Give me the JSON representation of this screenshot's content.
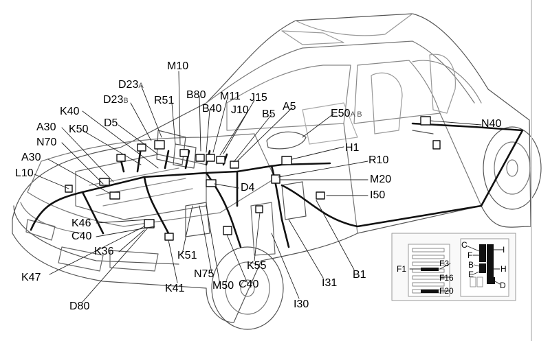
{
  "labels": {
    "M10": "M10",
    "D23A": "D23",
    "D23A_sub": "A",
    "D23B": "D23",
    "D23B_sub": "B",
    "B80": "B80",
    "R51": "R51",
    "M11": "M11",
    "B40": "B40",
    "J15": "J15",
    "J10": "J10",
    "A5": "A5",
    "B5": "B5",
    "K40": "K40",
    "E50": "E50",
    "E50_sub": "A B",
    "D5": "D5",
    "A30a": "A30",
    "K50": "K50",
    "N40": "N40",
    "N70": "N70",
    "H1": "H1",
    "A30b": "A30",
    "R10": "R10",
    "L10": "L10",
    "D4": "D4",
    "M20": "M20",
    "I50": "I50",
    "K46": "K46",
    "C40a": "C40",
    "K36": "K36",
    "K51": "K51",
    "N75": "N75",
    "M50": "M50",
    "C40b": "C40",
    "K55": "K55",
    "K47": "K47",
    "K41": "K41",
    "I31": "I31",
    "B1": "B1",
    "I30": "I30",
    "D80": "D80"
  },
  "fuse_box": {
    "left": [
      "F1",
      "F3",
      "F16",
      "F20"
    ],
    "right": [
      "C",
      "I",
      "F",
      "B",
      "H",
      "E",
      "D"
    ]
  }
}
